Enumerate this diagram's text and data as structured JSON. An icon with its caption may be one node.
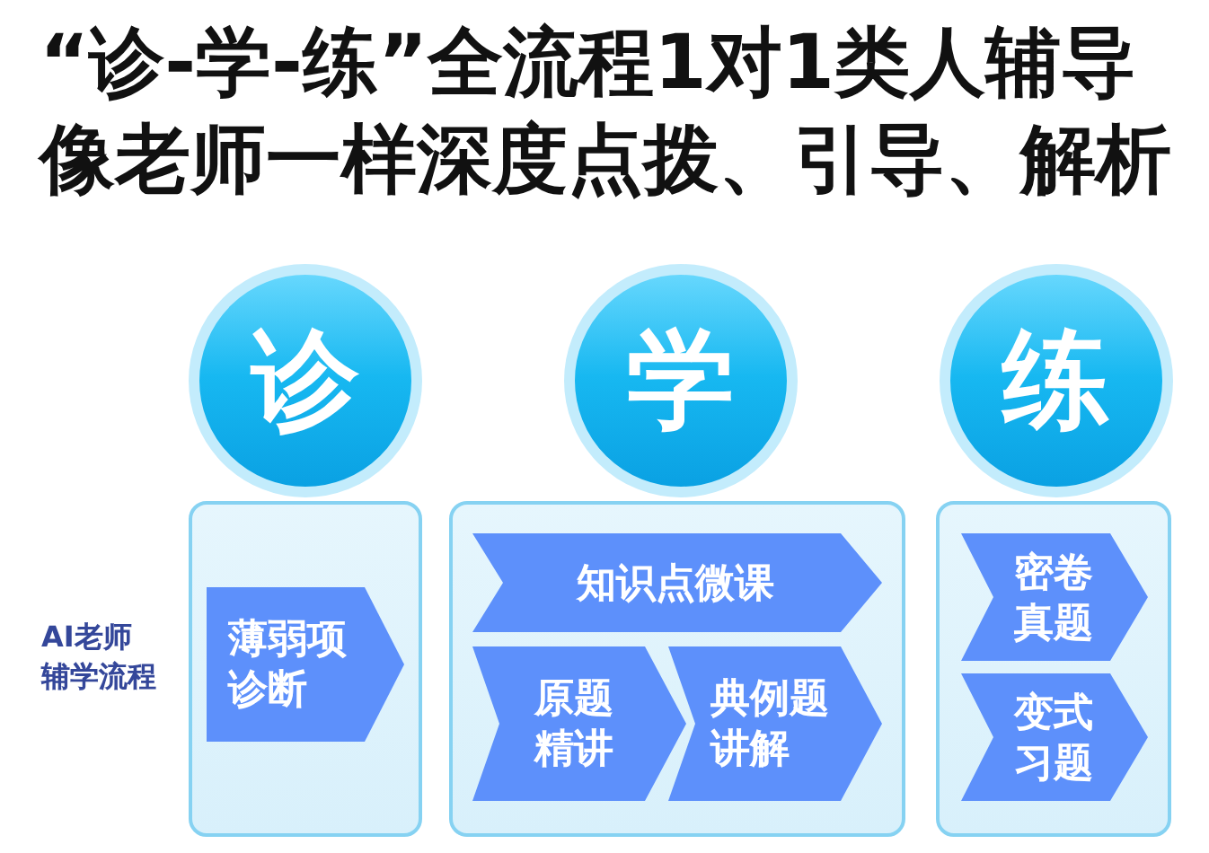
{
  "diagram": {
    "title": "“诊-学-练”全流程1对1类人辅导像老师一样深度点拨、引导、解析",
    "nodes": [
      {
        "text": [
          "诊"
        ]
      },
      {
        "text": [],
        "shape": "box"
      },
      {
        "text": [
          "薄弱项诊断"
        ],
        "in": 1
      },
      {
        "text": [
          "学"
        ]
      },
      {
        "text": [],
        "shape": "box"
      },
      {
        "text": [
          "知识点微课"
        ],
        "in": 4
      },
      {
        "text": [
          "原题精讲"
        ],
        "in": 4
      },
      {
        "text": [
          "典例题讲解"
        ],
        "in": 4
      },
      {
        "text": [
          "练"
        ]
      },
      {
        "text": [],
        "shape": "box"
      },
      {
        "text": [
          "密卷真题"
        ],
        "in": 9
      },
      {
        "text": [
          "变式习题"
        ],
        "in": 9
      }
    ],
    "labels": [
      "AI老师辅学流程"
    ]
  }
}
